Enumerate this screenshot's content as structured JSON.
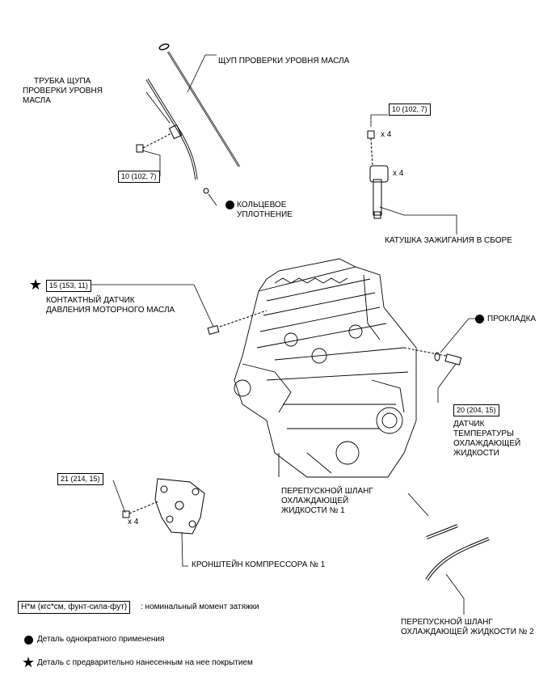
{
  "labels": {
    "dipstick": "ЩУП ПРОВЕРКИ УРОВНЯ МАСЛА",
    "dipstick_tube": [
      "ТРУБКА ЩУПА",
      "ПРОВЕРКИ УРОВНЯ",
      "МАСЛА"
    ],
    "o_ring": [
      "КОЛЬЦЕВОЕ",
      "УПЛОТНЕНИЕ"
    ],
    "ignition_coil": "КАТУШКА ЗАЖИГАНИЯ В СБОРЕ",
    "oil_pressure_switch": [
      "КОНТАКТНЫЙ ДАТЧИК",
      "ДАВЛЕНИЯ МОТОРНОГО МАСЛА"
    ],
    "gasket": "ПРОКЛАДКА",
    "coolant_temp_sensor": [
      "ДАТЧИК",
      "ТЕМПЕРАТУРЫ",
      "ОХЛАЖДАЮЩЕЙ",
      "ЖИДКОСТИ"
    ],
    "bypass_hose_1": [
      "ПЕРЕПУСКНОЙ ШЛАНГ",
      "ОХЛАЖДАЮЩЕЙ",
      "ЖИДКОСТИ № 1"
    ],
    "bypass_hose_2": [
      "ПЕРЕПУСКНОЙ ШЛАНГ",
      "ОХЛАЖДАЮЩЕЙ ЖИДКОСТИ № 2"
    ],
    "compressor_bracket": "КРОНШТЕЙН КОМПРЕССОРА № 1"
  },
  "torques": {
    "tube_bolt": "10 (102, 7)",
    "coil_bolt": "10 (102, 7)",
    "oil_pressure": "15 (153, 11)",
    "coolant_sensor": "20 (204, 15)",
    "bracket_bolt": "21 (214, 15)"
  },
  "quantities": {
    "coil_bolt": "x 4",
    "coil": "x 4",
    "bracket_bolt": "x 4"
  },
  "legend": {
    "torque_unit_box": "Н*м (кгс*см, фунт-сила-фут)",
    "torque_desc": ": номинальный момент затяжки",
    "single_use": "Деталь однократного применения",
    "precoated": "Деталь с предварительно нанесенным на нее покрытием"
  },
  "icons": {
    "single_use": "filled-circle-icon",
    "precoated": "star-icon"
  }
}
